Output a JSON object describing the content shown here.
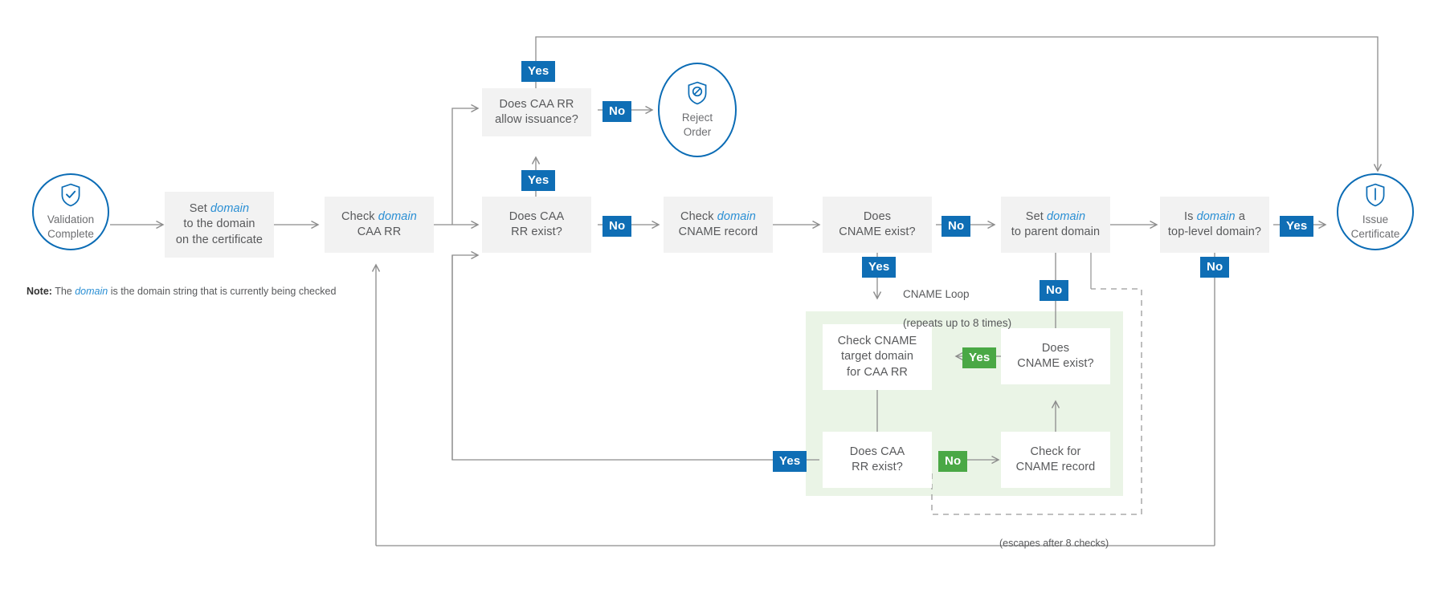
{
  "diagram": {
    "title": "CAA Record Checking Flowchart",
    "colors": {
      "blue_badge": "#0f6eb5",
      "green_badge": "#4aa845",
      "node_grey": "#f2f2f2",
      "loop_region": "#eaf4e6",
      "terminal_stroke": "#0b6cb5",
      "domain_accent": "#2a8fd4",
      "wire": "#8c8c8c",
      "text": "#58595b"
    },
    "terminals": {
      "start": {
        "caption_line1": "Validation",
        "caption_line2": "Complete",
        "icon": "shield-check-icon"
      },
      "reject": {
        "caption_line1": "Reject",
        "caption_line2": "Order",
        "icon": "shield-no-entry-icon"
      },
      "issue": {
        "caption_line1": "Issue",
        "caption_line2": "Certificate",
        "icon": "shield-icon"
      }
    },
    "nodes": [
      {
        "id": "set-domain-cert",
        "lines": [
          "Set ",
          "domain",
          "",
          "to the domain",
          "on the certificate"
        ],
        "text": "Set domain\nto the domain\non the certificate"
      },
      {
        "id": "check-caa-rr",
        "text": "Check domain\nCAA RR"
      },
      {
        "id": "does-caa-rr-exist",
        "text": "Does CAA\nRR exist?"
      },
      {
        "id": "caa-allow-issuance",
        "text": "Does CAA RR\nallow issuance?"
      },
      {
        "id": "check-cname-record",
        "text": "Check domain\nCNAME record"
      },
      {
        "id": "does-cname-exist",
        "text": "Does\nCNAME exist?"
      },
      {
        "id": "set-parent-domain",
        "text": "Set domain\nto parent domain"
      },
      {
        "id": "is-top-level",
        "text": "Is domain a\ntop-level domain?"
      },
      {
        "id": "loop-check-cname-target",
        "text": "Check CNAME\ntarget domain\nfor CAA RR"
      },
      {
        "id": "loop-does-caa-exist",
        "text": "Does CAA\nRR exist?"
      },
      {
        "id": "loop-check-for-cname",
        "text": "Check for\nCNAME record"
      },
      {
        "id": "loop-does-cname-exist",
        "text": "Does\nCNAME exist?"
      }
    ],
    "node_text": {
      "set_domain_cert_l1_pre": "Set ",
      "set_domain_cert_l1_em": "domain",
      "set_domain_cert_l2": "to the domain",
      "set_domain_cert_l3": "on the certificate",
      "check_caa_rr_l1_pre": "Check ",
      "check_caa_rr_l1_em": "domain",
      "check_caa_rr_l2": "CAA RR",
      "does_caa_rr_exist_l1": "Does CAA",
      "does_caa_rr_exist_l2": "RR exist?",
      "caa_allow_issuance_l1": "Does CAA RR",
      "caa_allow_issuance_l2": "allow issuance?",
      "check_cname_record_l1_pre": "Check ",
      "check_cname_record_l1_em": "domain",
      "check_cname_record_l2": "CNAME record",
      "does_cname_exist_l1": "Does",
      "does_cname_exist_l2": "CNAME exist?",
      "set_parent_domain_l1_pre": "Set ",
      "set_parent_domain_l1_em": "domain",
      "set_parent_domain_l2": "to parent domain",
      "is_top_level_l1_pre": "Is ",
      "is_top_level_l1_em": "domain",
      "is_top_level_l1_post": " a",
      "is_top_level_l2": "top-level domain?",
      "loop_check_target_l1": "Check CNAME",
      "loop_check_target_l2": "target domain",
      "loop_check_target_l3": "for CAA RR",
      "loop_caa_exist_l1": "Does CAA",
      "loop_caa_exist_l2": "RR exist?",
      "loop_check_cname_l1": "Check for",
      "loop_check_cname_l2": "CNAME record",
      "loop_cname_exist_l1": "Does",
      "loop_cname_exist_l2": "CNAME exist?"
    },
    "badges": [
      {
        "id": "yes-allow-issuance-top",
        "label": "Yes",
        "color": "blue"
      },
      {
        "id": "no-allow-issuance",
        "label": "No",
        "color": "blue"
      },
      {
        "id": "yes-caa-rr-exist",
        "label": "Yes",
        "color": "blue"
      },
      {
        "id": "no-caa-rr-exist",
        "label": "No",
        "color": "blue"
      },
      {
        "id": "no-cname-exist",
        "label": "No",
        "color": "blue"
      },
      {
        "id": "yes-cname-exist",
        "label": "Yes",
        "color": "blue"
      },
      {
        "id": "no-loop-return",
        "label": "No",
        "color": "blue"
      },
      {
        "id": "yes-top-level",
        "label": "Yes",
        "color": "blue"
      },
      {
        "id": "no-top-level",
        "label": "No",
        "color": "blue"
      },
      {
        "id": "yes-loop-exit",
        "label": "Yes",
        "color": "blue"
      },
      {
        "id": "yes-loop-cname-exist",
        "label": "Yes",
        "color": "green"
      },
      {
        "id": "no-loop-caa-exist",
        "label": "No",
        "color": "green"
      }
    ],
    "badge_labels": {
      "yes": "Yes",
      "no": "No"
    },
    "captions": {
      "cname_loop_l1": "CNAME Loop",
      "cname_loop_l2": "(repeats up to 8 times)",
      "escapes": "(escapes after 8 checks)"
    },
    "note": {
      "prefix": "Note:",
      "part1": " The ",
      "emphasis": "domain",
      "part2": " is the domain string that is currently being checked"
    }
  }
}
